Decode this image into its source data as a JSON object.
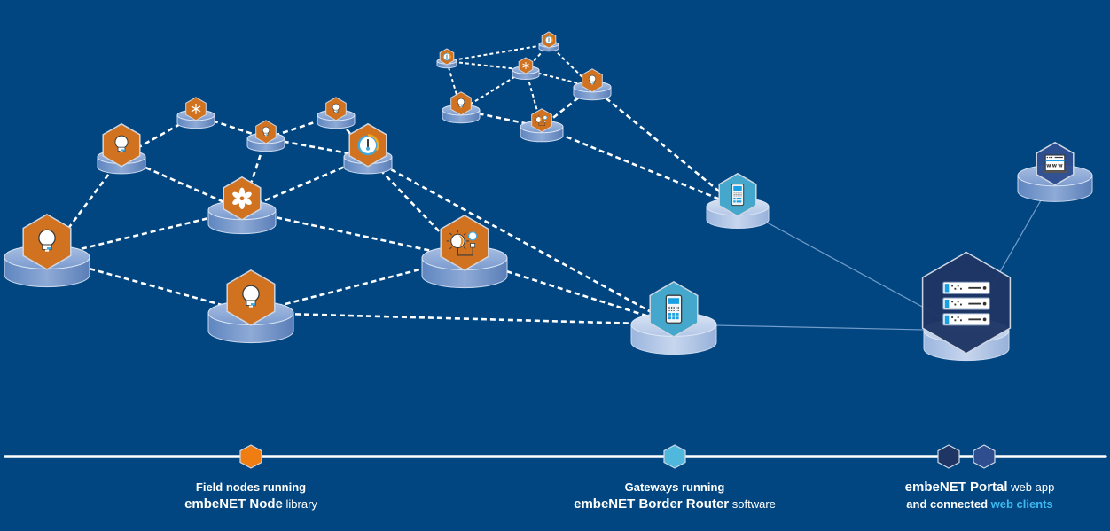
{
  "colors": {
    "background": "#014680",
    "field_node": "#d0721f",
    "field_node_legend": "#f07d12",
    "gateway": "#45a7cc",
    "gateway_legend": "#4fb8dc",
    "portal": "#1f3665",
    "web_client": "#2e4e8f",
    "accent_text": "#3fb8ef",
    "link": "#ffffff"
  },
  "nodes": [
    {
      "id": "n1",
      "kind": "field",
      "icon": "lightbulb-icon",
      "size": "large"
    },
    {
      "id": "n2",
      "kind": "field",
      "icon": "lightbulb-icon",
      "size": "medium"
    },
    {
      "id": "n3",
      "kind": "field",
      "icon": "snowflake-icon",
      "size": "small"
    },
    {
      "id": "n4",
      "kind": "field",
      "icon": "lightbulb-icon",
      "size": "small"
    },
    {
      "id": "n5",
      "kind": "field",
      "icon": "lightbulb-icon",
      "size": "small"
    },
    {
      "id": "n6",
      "kind": "field",
      "icon": "thermometer-gauge-icon",
      "size": "medium"
    },
    {
      "id": "n7",
      "kind": "field",
      "icon": "fan-icon",
      "size": "medium"
    },
    {
      "id": "n8",
      "kind": "field",
      "icon": "lightbulb-icon",
      "size": "large"
    },
    {
      "id": "n9",
      "kind": "field",
      "icon": "light-plug-sensor-icon",
      "size": "large"
    },
    {
      "id": "m1",
      "kind": "field",
      "icon": "thermometer-gauge-icon",
      "size": "tiny"
    },
    {
      "id": "m2",
      "kind": "field",
      "icon": "thermometer-gauge-icon",
      "size": "tiny"
    },
    {
      "id": "m3",
      "kind": "field",
      "icon": "snowflake-icon",
      "size": "tiny"
    },
    {
      "id": "m4",
      "kind": "field",
      "icon": "lightbulb-icon",
      "size": "small"
    },
    {
      "id": "m5",
      "kind": "field",
      "icon": "lightbulb-icon",
      "size": "small"
    },
    {
      "id": "m6",
      "kind": "field",
      "icon": "light-plug-sensor-icon",
      "size": "small"
    },
    {
      "id": "g1",
      "kind": "gateway",
      "icon": "gateway-device-icon",
      "size": "medium"
    },
    {
      "id": "g2",
      "kind": "gateway",
      "icon": "gateway-device-icon",
      "size": "large"
    },
    {
      "id": "p1",
      "kind": "portal",
      "icon": "server-rack-icon",
      "size": "xlarge"
    },
    {
      "id": "w1",
      "kind": "web",
      "icon": "web-browser-icon",
      "size": "medium"
    }
  ],
  "links": [
    [
      "n1",
      "n2",
      "mesh"
    ],
    [
      "n1",
      "n7",
      "mesh"
    ],
    [
      "n1",
      "n8",
      "mesh"
    ],
    [
      "n2",
      "n3",
      "mesh"
    ],
    [
      "n2",
      "n7",
      "mesh"
    ],
    [
      "n3",
      "n4",
      "mesh"
    ],
    [
      "n4",
      "n5",
      "mesh"
    ],
    [
      "n4",
      "n6",
      "mesh"
    ],
    [
      "n4",
      "n7",
      "mesh"
    ],
    [
      "n5",
      "n6",
      "mesh"
    ],
    [
      "n6",
      "n7",
      "mesh"
    ],
    [
      "n6",
      "n9",
      "mesh"
    ],
    [
      "n6",
      "g2",
      "mesh"
    ],
    [
      "n7",
      "n9",
      "mesh"
    ],
    [
      "n8",
      "n9",
      "mesh"
    ],
    [
      "n8",
      "g2",
      "mesh"
    ],
    [
      "n9",
      "g2",
      "mesh"
    ],
    [
      "m1",
      "m2",
      "mesh"
    ],
    [
      "m1",
      "m3",
      "mesh"
    ],
    [
      "m1",
      "m4",
      "mesh"
    ],
    [
      "m2",
      "m3",
      "mesh"
    ],
    [
      "m2",
      "m5",
      "mesh"
    ],
    [
      "m3",
      "m4",
      "mesh"
    ],
    [
      "m3",
      "m5",
      "mesh"
    ],
    [
      "m3",
      "m6",
      "mesh"
    ],
    [
      "m4",
      "m6",
      "mesh"
    ],
    [
      "m5",
      "m6",
      "mesh"
    ],
    [
      "m5",
      "g1",
      "mesh"
    ],
    [
      "m6",
      "g1",
      "mesh"
    ],
    [
      "g1",
      "p1",
      "ip"
    ],
    [
      "g2",
      "p1",
      "ip"
    ],
    [
      "w1",
      "p1",
      "ip"
    ]
  ],
  "legend": {
    "field": {
      "line1": "Field nodes running",
      "bold": "embeNET Node",
      "rest": " library"
    },
    "gateway": {
      "line1": "Gateways running",
      "bold": "embeNET Border Router",
      "rest": " software"
    },
    "portal": {
      "bold": "embeNET Portal",
      "rest": " web app",
      "line2": "and connected ",
      "accent": "web clients"
    }
  }
}
